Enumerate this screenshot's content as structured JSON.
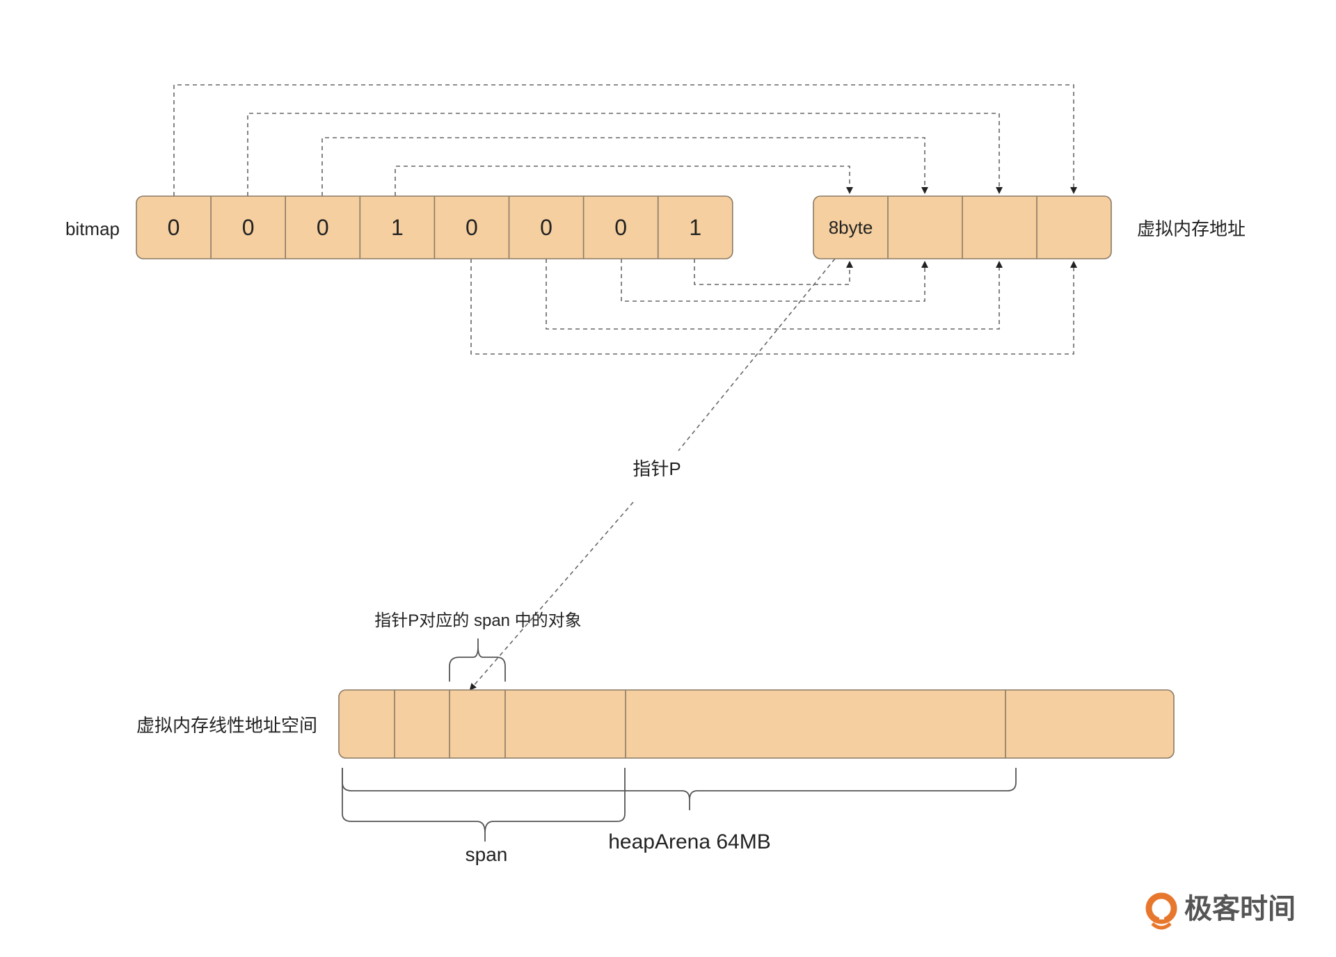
{
  "bitmap": {
    "label": "bitmap",
    "bits": [
      "0",
      "0",
      "0",
      "1",
      "0",
      "0",
      "0",
      "1"
    ]
  },
  "address": {
    "label": "虚拟内存地址",
    "cells": [
      "8byte",
      "",
      "",
      ""
    ]
  },
  "pointer": {
    "label": "指针P"
  },
  "linear": {
    "label": "虚拟内存线性地址空间",
    "object_label": "指针P对应的 span 中的对象",
    "span_label": "span",
    "arena_label": "heapArena 64MB"
  },
  "logo": {
    "text": "极客时间"
  },
  "colors": {
    "cell_fill": "#F5CF9F",
    "cell_stroke": "#8a7a66",
    "dash": "#666666",
    "logo_orange": "#E8772E"
  }
}
